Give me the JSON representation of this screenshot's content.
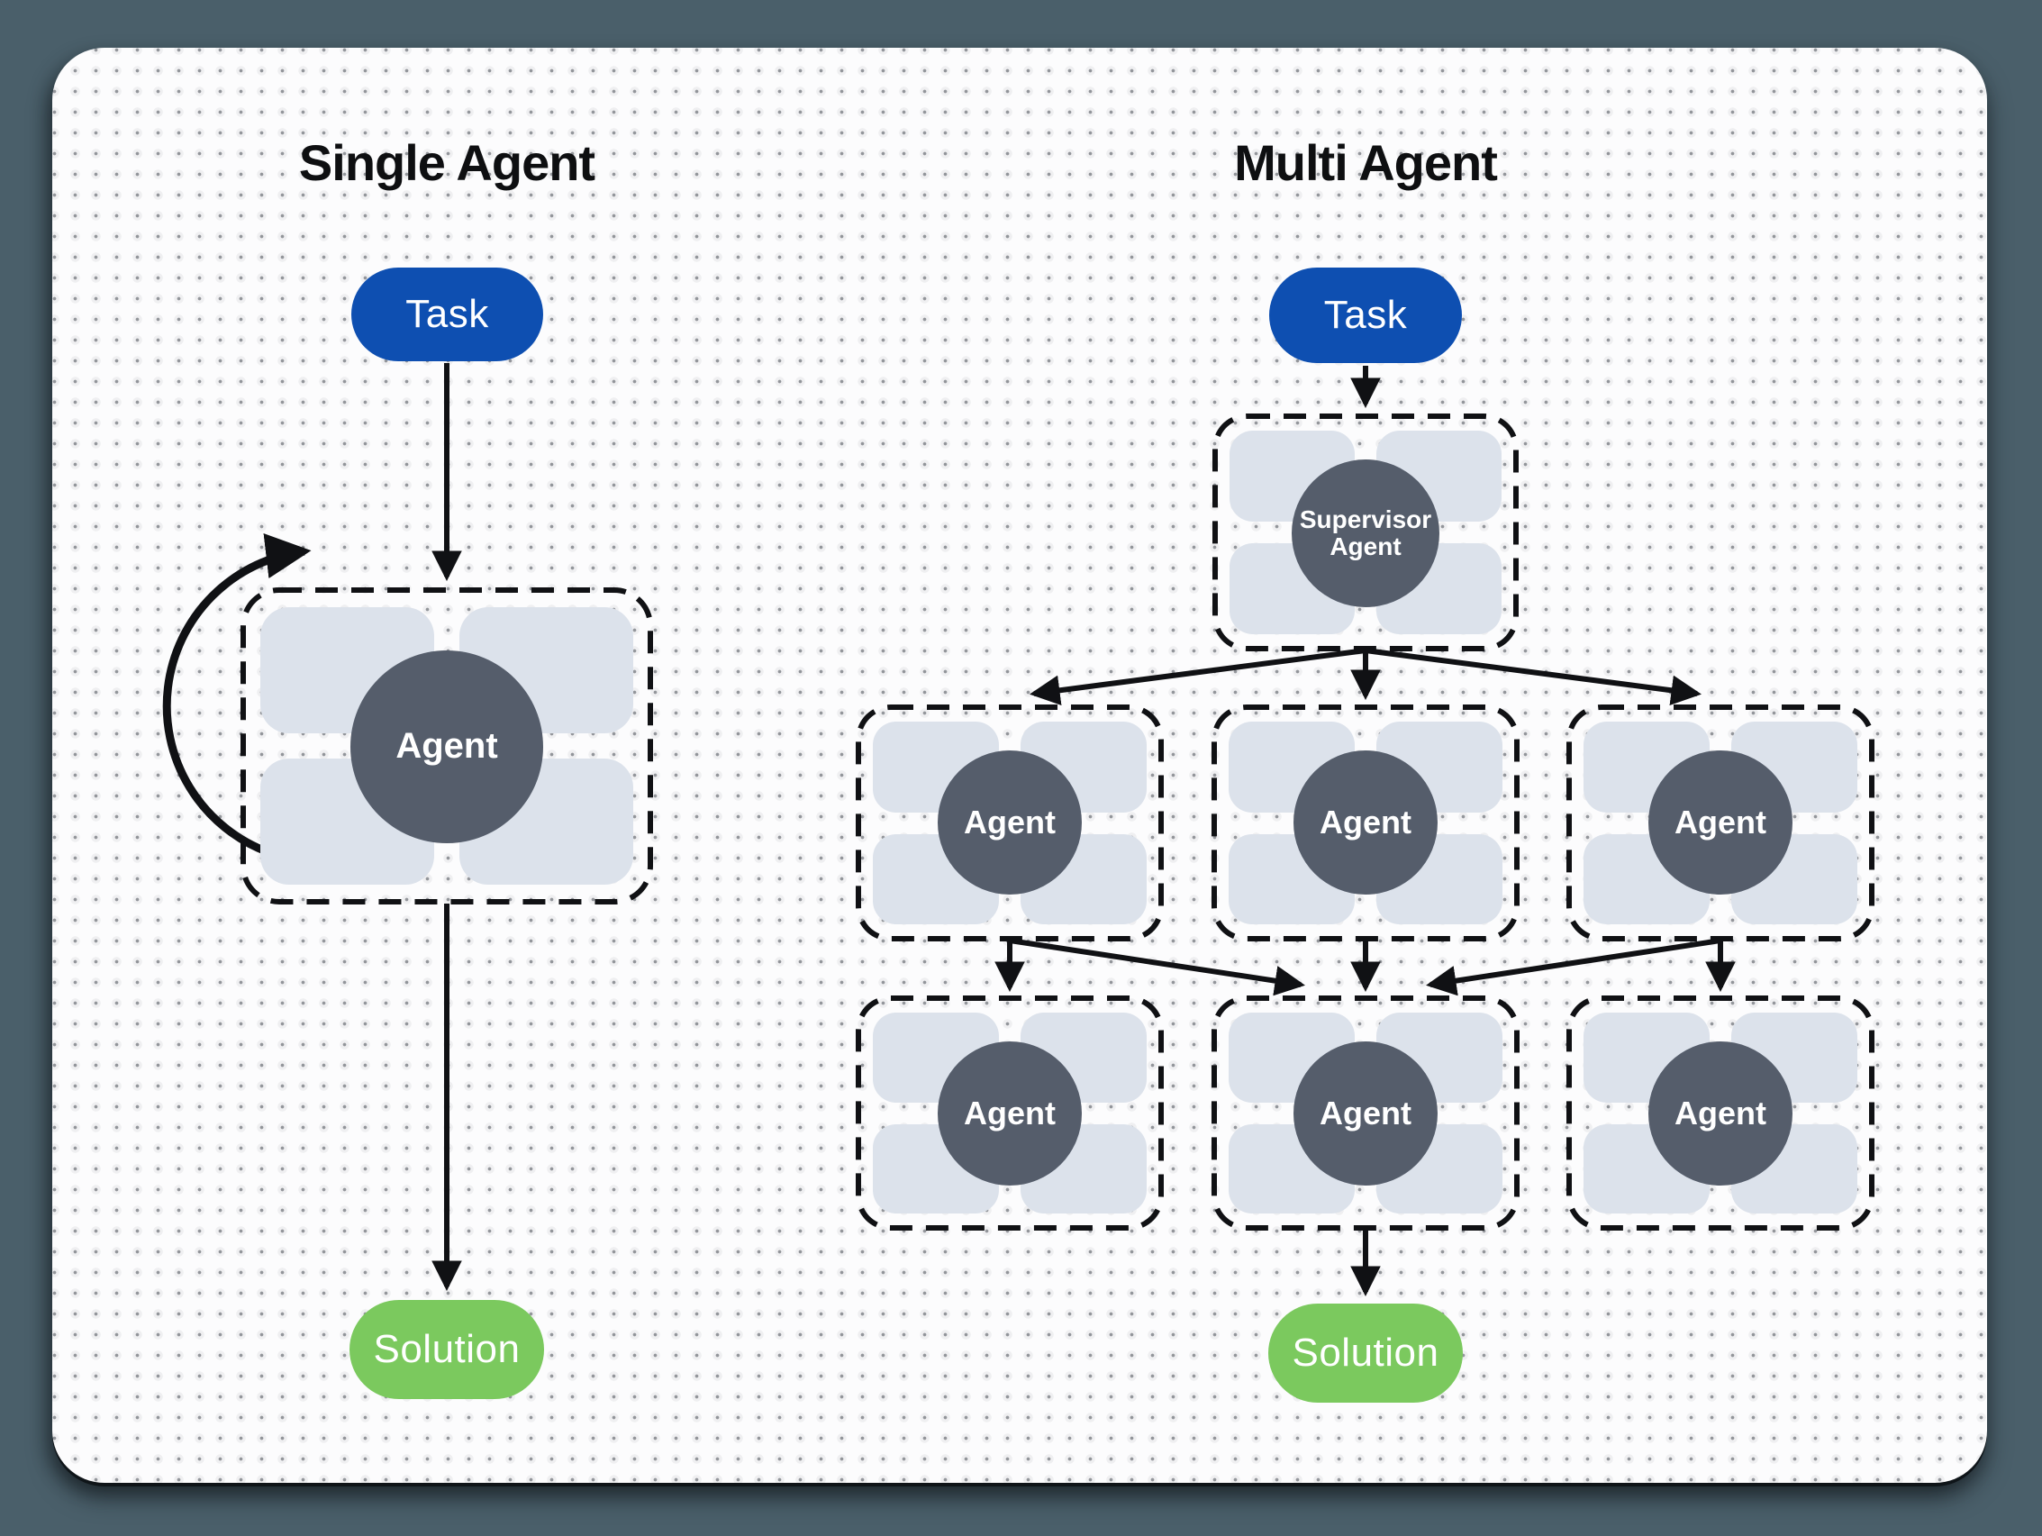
{
  "single": {
    "title": "Single Agent",
    "task_label": "Task",
    "agent_label": "Agent",
    "solution_label": "Solution"
  },
  "multi": {
    "title": "Multi Agent",
    "task_label": "Task",
    "supervisor_label": "Supervisor Agent",
    "row1_agents": [
      "Agent",
      "Agent",
      "Agent"
    ],
    "row2_agents": [
      "Agent",
      "Agent",
      "Agent"
    ],
    "solution_label": "Solution"
  },
  "colors": {
    "page_background": "#4a5f6a",
    "canvas_background": "#fcfcfd",
    "task_blue": "#0e4fb1",
    "solution_green": "#7bc95e",
    "agent_circle_gray": "#555d6b",
    "module_light_gray": "#dce2eb",
    "connector_black": "#101114"
  }
}
